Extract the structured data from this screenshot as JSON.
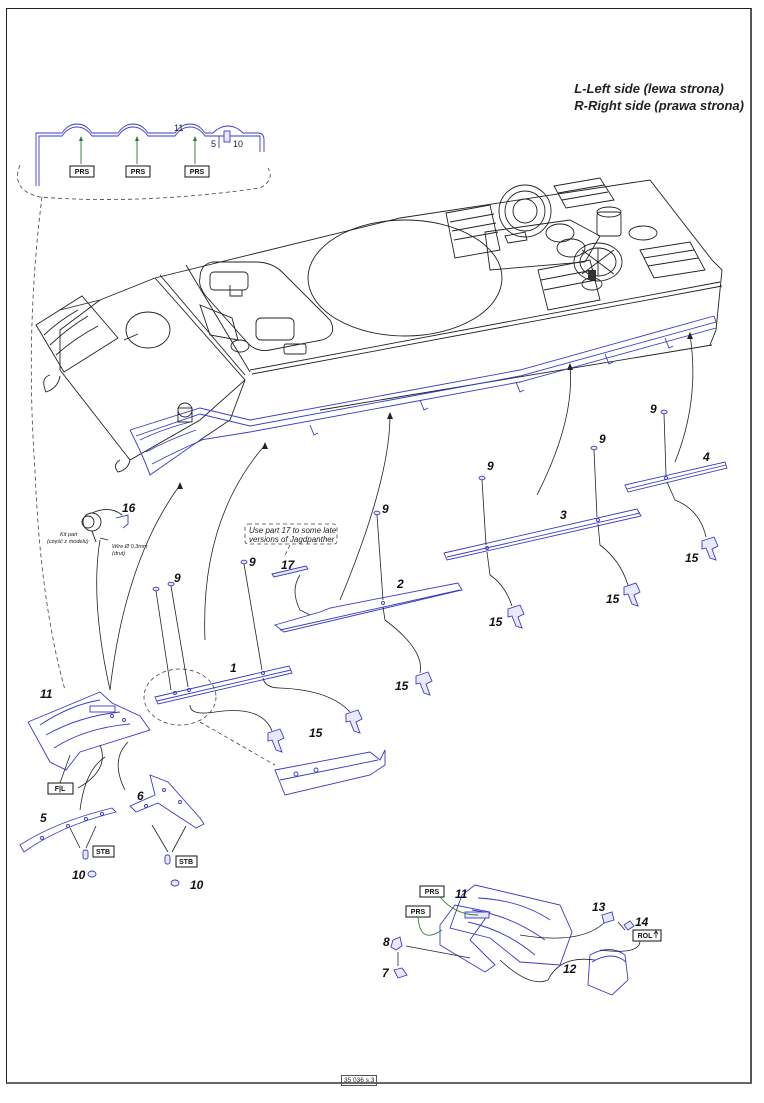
{
  "legend": {
    "left": "L-Left side (lewa strona)",
    "right": "R-Right side (prawa strona)"
  },
  "detail_inset": {
    "part_label": "11",
    "sub_labels": [
      "5",
      "10"
    ],
    "tags": [
      "PRS",
      "PRS",
      "PRS"
    ]
  },
  "note": {
    "line1": "Use part 17 to some late",
    "line2": "versions of Jagdpanther"
  },
  "part16": {
    "number": "16",
    "kit_part_line1": "Kit part",
    "kit_part_line2": "(część z modelu)",
    "wire_line1": "Wire Ø 0,3mm",
    "wire_line2": "(drut)"
  },
  "parts": {
    "p1": "1",
    "p2": "2",
    "p3": "3",
    "p4": "4",
    "p5": "5",
    "p6": "6",
    "p7": "7",
    "p8": "8",
    "p9": "9",
    "p10": "10",
    "p11": "11",
    "p12": "12",
    "p13": "13",
    "p14": "14",
    "p15": "15",
    "p17": "17"
  },
  "tags": {
    "fil": "F|L",
    "stb": "STB",
    "prs": "PRS",
    "rol": "ROL"
  },
  "colors": {
    "photo_etch_part": "#3a3ac8",
    "prs_arrow": "#2a7a2a",
    "line_art": "#222222"
  },
  "footer": {
    "page_code": "35 036 s.3"
  }
}
